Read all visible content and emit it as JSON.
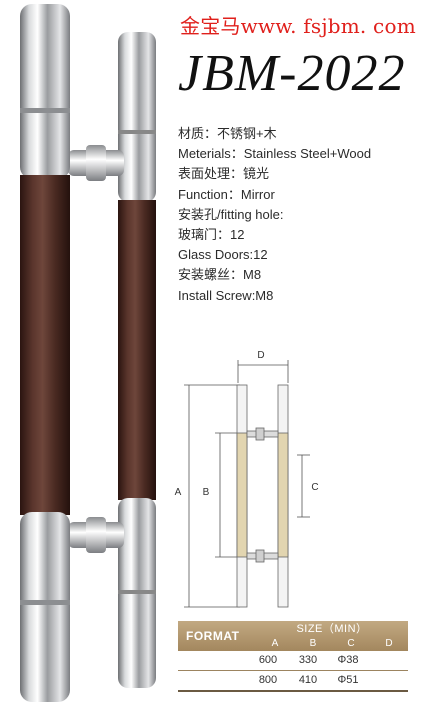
{
  "header": {
    "site": "金宝马www. fsjbm. com",
    "model": "JBM-2022"
  },
  "specs": [
    "材质：不锈钢+木",
    "Meterials：Stainless Steel+Wood",
    "表面处理：镜光",
    "Function：Mirror",
    "安装孔/fitting hole:",
    "玻璃门：12",
    "Glass Doors:12",
    "安装螺丝：M8",
    "Install Screw:M8"
  ],
  "diagram": {
    "label_a": "A",
    "label_b": "B",
    "label_c": "C",
    "label_d": "D"
  },
  "size_table": {
    "format_label": "FORMAT",
    "size_label": "SIZE（MIN）",
    "columns": [
      "A",
      "B",
      "C",
      "D"
    ],
    "rows": [
      [
        "600",
        "330",
        "Φ38",
        ""
      ],
      [
        "800",
        "410",
        "Φ51",
        ""
      ]
    ]
  },
  "colors": {
    "title_red": "#e0201c",
    "wood": "#4a2a22",
    "table_header": "#b39a72"
  }
}
